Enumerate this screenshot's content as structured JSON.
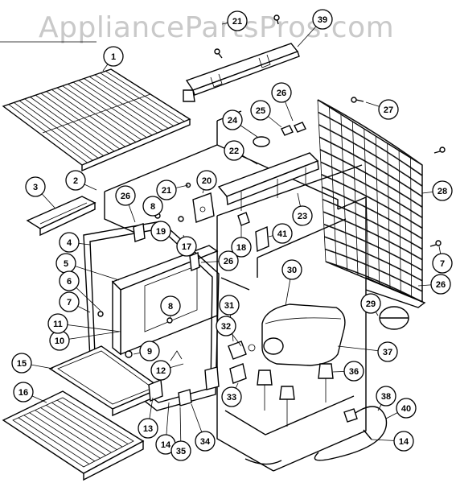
{
  "watermark": "AppliancePartsPros.com",
  "callouts": [
    {
      "id": "c1",
      "label": "1"
    },
    {
      "id": "c2",
      "label": "2"
    },
    {
      "id": "c3",
      "label": "3"
    },
    {
      "id": "c4",
      "label": "4"
    },
    {
      "id": "c5",
      "label": "5"
    },
    {
      "id": "c6",
      "label": "6"
    },
    {
      "id": "c7",
      "label": "7"
    },
    {
      "id": "c7b",
      "label": "7"
    },
    {
      "id": "c8",
      "label": "8"
    },
    {
      "id": "c8b",
      "label": "8"
    },
    {
      "id": "c9",
      "label": "9"
    },
    {
      "id": "c10",
      "label": "10"
    },
    {
      "id": "c11",
      "label": "11"
    },
    {
      "id": "c12",
      "label": "12"
    },
    {
      "id": "c13",
      "label": "13"
    },
    {
      "id": "c14",
      "label": "14"
    },
    {
      "id": "c14b",
      "label": "14"
    },
    {
      "id": "c15",
      "label": "15"
    },
    {
      "id": "c16",
      "label": "16"
    },
    {
      "id": "c17",
      "label": "17"
    },
    {
      "id": "c18",
      "label": "18"
    },
    {
      "id": "c19",
      "label": "19"
    },
    {
      "id": "c20",
      "label": "20"
    },
    {
      "id": "c21",
      "label": "21"
    },
    {
      "id": "c21b",
      "label": "21"
    },
    {
      "id": "c22",
      "label": "22"
    },
    {
      "id": "c23",
      "label": "23"
    },
    {
      "id": "c24",
      "label": "24"
    },
    {
      "id": "c25",
      "label": "25"
    },
    {
      "id": "c26a",
      "label": "26"
    },
    {
      "id": "c26b",
      "label": "26"
    },
    {
      "id": "c26c",
      "label": "26"
    },
    {
      "id": "c26d",
      "label": "26"
    },
    {
      "id": "c27",
      "label": "27"
    },
    {
      "id": "c28",
      "label": "28"
    },
    {
      "id": "c29",
      "label": "29"
    },
    {
      "id": "c30",
      "label": "30"
    },
    {
      "id": "c31",
      "label": "31"
    },
    {
      "id": "c32",
      "label": "32"
    },
    {
      "id": "c33",
      "label": "33"
    },
    {
      "id": "c34",
      "label": "34"
    },
    {
      "id": "c35",
      "label": "35"
    },
    {
      "id": "c36",
      "label": "36"
    },
    {
      "id": "c37",
      "label": "37"
    },
    {
      "id": "c38",
      "label": "38"
    },
    {
      "id": "c39",
      "label": "39"
    },
    {
      "id": "c40",
      "label": "40"
    },
    {
      "id": "c41",
      "label": "41"
    }
  ]
}
